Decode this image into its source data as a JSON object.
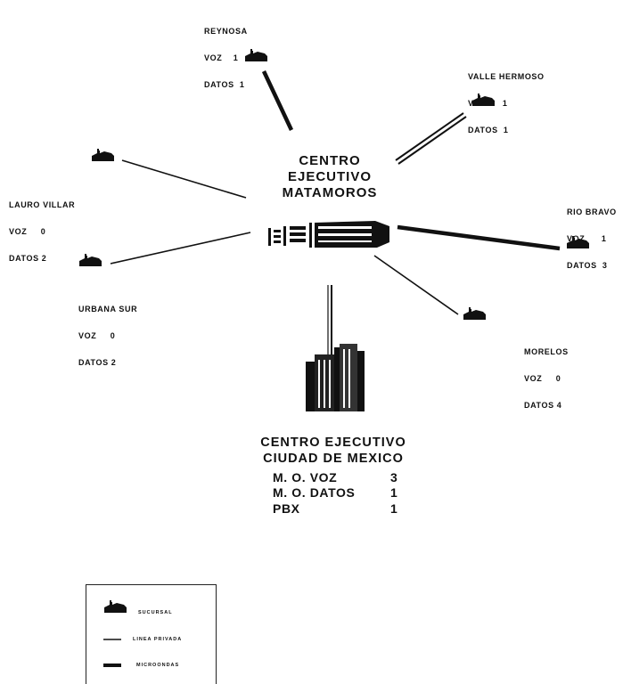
{
  "hub": {
    "line1": "CENTRO",
    "line2": "EJECUTIVO",
    "line3": "MATAMOROS"
  },
  "branches": [
    {
      "id": "reynosa",
      "name": "REYNOSA",
      "voz": "VOZ    1",
      "datos": "DATOS  1"
    },
    {
      "id": "valle-hermoso",
      "name": "VALLE HERMOSO",
      "voz": "VOZ      1",
      "datos": "DATOS  1"
    },
    {
      "id": "lauro-villar",
      "name": "LAURO VILLAR",
      "voz": "VOZ     0",
      "datos": "DATOS 2"
    },
    {
      "id": "rio-bravo",
      "name": "RIO BRAVO",
      "voz": "VOZ      1",
      "datos": "DATOS  3"
    },
    {
      "id": "urbana-sur",
      "name": "URBANA SUR",
      "voz": "VOZ     0",
      "datos": "DATOS 2"
    },
    {
      "id": "morelos",
      "name": "MORELOS",
      "voz": "VOZ     0",
      "datos": "DATOS 4"
    }
  ],
  "cdmx": {
    "title1": "CENTRO EJECUTIVO",
    "title2": "CIUDAD DE MEXICO",
    "rows": [
      {
        "label": "M. O. VOZ",
        "value": "3"
      },
      {
        "label": "M. O. DATOS",
        "value": "1"
      },
      {
        "label": "PBX",
        "value": "1"
      }
    ]
  },
  "legend": {
    "items": [
      {
        "icon": "branch-office-icon",
        "label": "SUCURSAL"
      },
      {
        "icon": "private-line-icon",
        "label": "LINEA PRIVADA"
      },
      {
        "icon": "microwave-link-icon",
        "label": "MICROONDAS"
      }
    ]
  },
  "colors": {
    "ink": "#111111",
    "background": "#ffffff"
  }
}
